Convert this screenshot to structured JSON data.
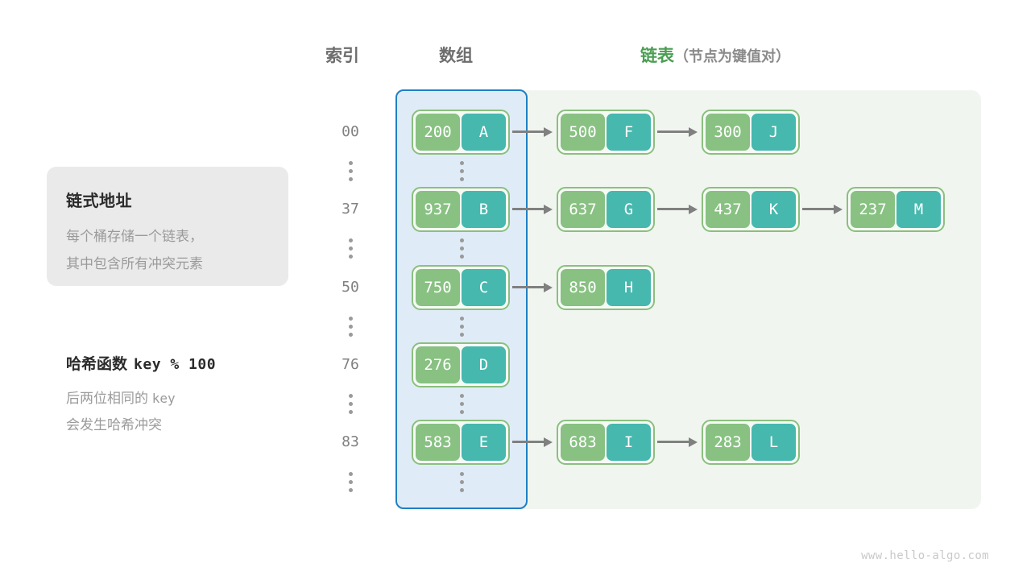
{
  "headings": {
    "index": "索引",
    "array": "数组",
    "list_main": "链表",
    "list_sub": "（节点为键值对）"
  },
  "info_card": {
    "title": "链式地址",
    "line1": "每个桶存储一个链表，",
    "line2": "其中包含所有冲突元素"
  },
  "hash_note": {
    "title": "哈希函数",
    "formula": "key % 100",
    "line1_pre": "后两位相同的 ",
    "line1_code": "key",
    "line2": "会发生哈希冲突"
  },
  "colors": {
    "array_panel_fill": "#dfecf7",
    "array_panel_border": "#1f7fc4",
    "list_panel_fill": "#f0f6ef",
    "node_border": "#8bbf7f",
    "key_fill": "#88c182",
    "value_fill": "#46b8ae",
    "arrow": "#808080",
    "heading_gray": "#6e6e6e",
    "heading_green": "#4a9e52"
  },
  "buckets": [
    {
      "index": "00",
      "nodes": [
        {
          "key": "200",
          "value": "A"
        },
        {
          "key": "500",
          "value": "F"
        },
        {
          "key": "300",
          "value": "J"
        }
      ]
    },
    {
      "index": "37",
      "nodes": [
        {
          "key": "937",
          "value": "B"
        },
        {
          "key": "637",
          "value": "G"
        },
        {
          "key": "437",
          "value": "K"
        },
        {
          "key": "237",
          "value": "M"
        }
      ]
    },
    {
      "index": "50",
      "nodes": [
        {
          "key": "750",
          "value": "C"
        },
        {
          "key": "850",
          "value": "H"
        }
      ]
    },
    {
      "index": "76",
      "nodes": [
        {
          "key": "276",
          "value": "D"
        }
      ]
    },
    {
      "index": "83",
      "nodes": [
        {
          "key": "583",
          "value": "E"
        },
        {
          "key": "683",
          "value": "I"
        },
        {
          "key": "283",
          "value": "L"
        }
      ]
    }
  ],
  "ellipsis_rows": 5,
  "footer": "www.hello-algo.com"
}
